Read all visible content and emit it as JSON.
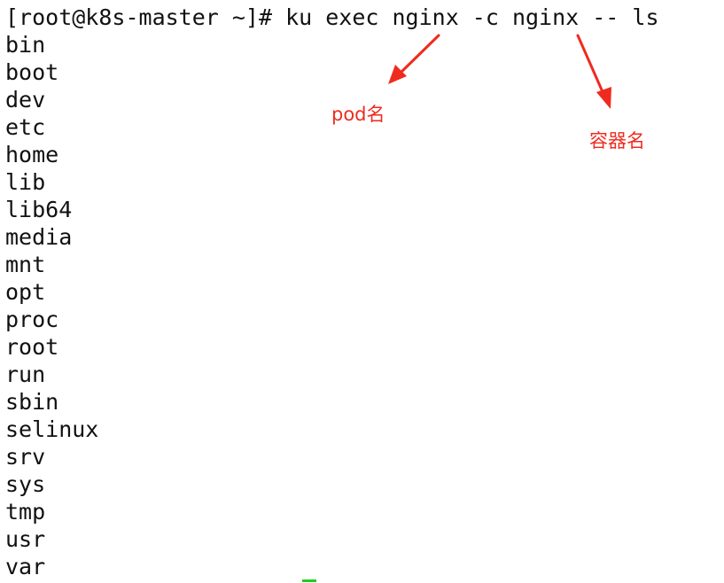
{
  "terminal": {
    "command_line": "[root@k8s-master ~]# ku exec nginx -c nginx -- ls",
    "output_lines": [
      "bin",
      "boot",
      "dev",
      "etc",
      "home",
      "lib",
      "lib64",
      "media",
      "mnt",
      "opt",
      "proc",
      "root",
      "run",
      "sbin",
      "selinux",
      "srv",
      "sys",
      "tmp",
      "usr",
      "var"
    ],
    "text_color": "#111111",
    "background_color": "#ffffff",
    "cursor_color": "#22cc22"
  },
  "annotations": {
    "pod_name_label": "pod名",
    "container_name_label": "容器名",
    "color": "#ef2b1f"
  }
}
